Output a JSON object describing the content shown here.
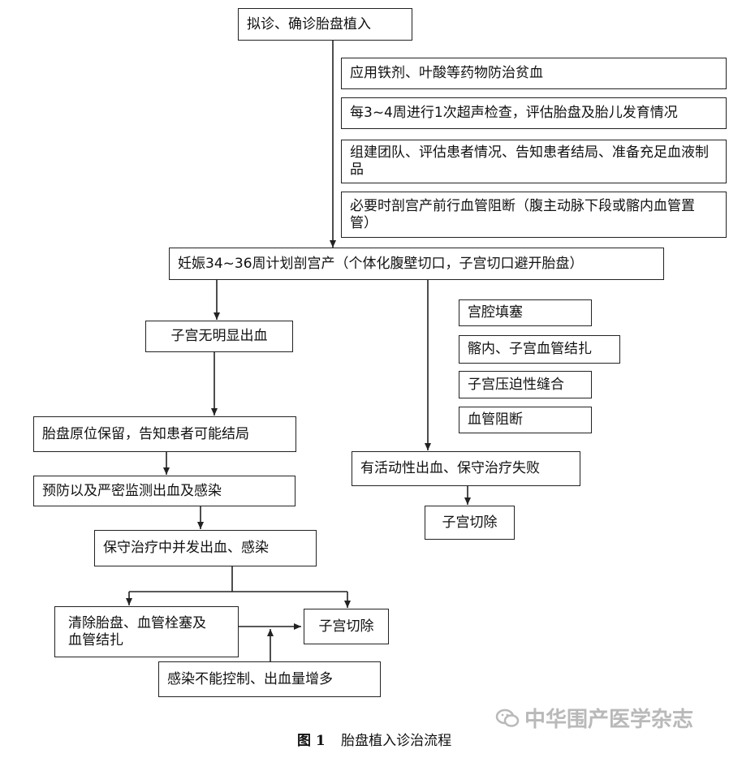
{
  "nodes": {
    "diagnose": "拟诊、确诊胎盘植入",
    "iron": "应用铁剂、叶酸等药物防治贫血",
    "ultrasound": "每3~4周进行1次超声检查，评估胎盘及胎儿发育情况",
    "team": "组建团队、评估患者情况、告知患者结局、准备充足血液制品",
    "block": "必要时剖宫产前行血管阻断（腹主动脉下段或髂内血管置管）",
    "cesarean": "妊娠34~36周计划剖宫产（个体化腹壁切口，子宫切口避开胎盘）",
    "no_bleeding": "子宫无明显出血",
    "retain": "胎盘原位保留，告知患者可能结局",
    "prevent": "预防以及严密监测出血及感染",
    "complication": "保守治疗中并发出血、感染",
    "removal": "清除胎盘、血管栓塞及血管结扎",
    "hysterectomy_left": "子宫切除",
    "uncontrolled": "感染不能控制、出血量增多",
    "tamponade": "宫腔填塞",
    "ligation": "髂内、子宫血管结扎",
    "compression": "子宫压迫性缝合",
    "vascular_block": "血管阻断",
    "active_bleeding": "有活动性出血、保守治疗失败",
    "hysterectomy_right": "子宫切除"
  },
  "caption": {
    "number": "图 1",
    "title": "胎盘植入诊治流程"
  },
  "watermark": {
    "text": "中华围产医学杂志"
  },
  "colors": {
    "line": "#222222",
    "watermark": "#b9b9b9"
  }
}
